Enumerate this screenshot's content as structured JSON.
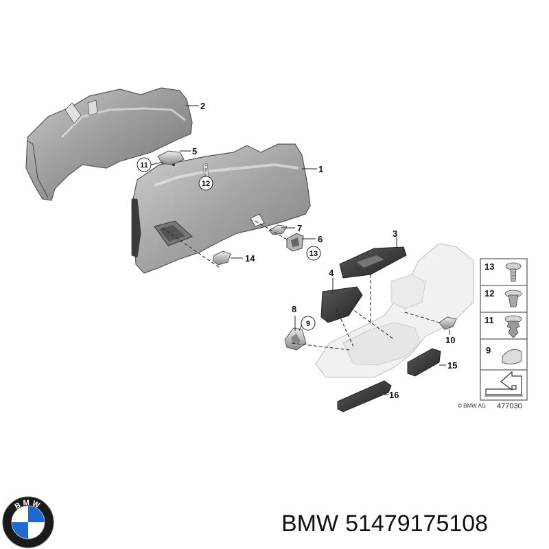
{
  "diagram": {
    "callouts": [
      "1",
      "2",
      "3",
      "4",
      "5",
      "6",
      "7",
      "8",
      "9",
      "10",
      "11",
      "12",
      "13",
      "14",
      "15",
      "16"
    ],
    "legend": [
      "13",
      "12",
      "11",
      "9"
    ],
    "copyright": "© BMW AG",
    "diagram_id": "477030"
  },
  "caption": {
    "brand": "BMW",
    "part_number": "51479175108"
  },
  "logo": {
    "letters": "BMW",
    "colors": {
      "blue": "#1c69d4",
      "white": "#ffffff",
      "ring": "#1a1a1a"
    }
  }
}
